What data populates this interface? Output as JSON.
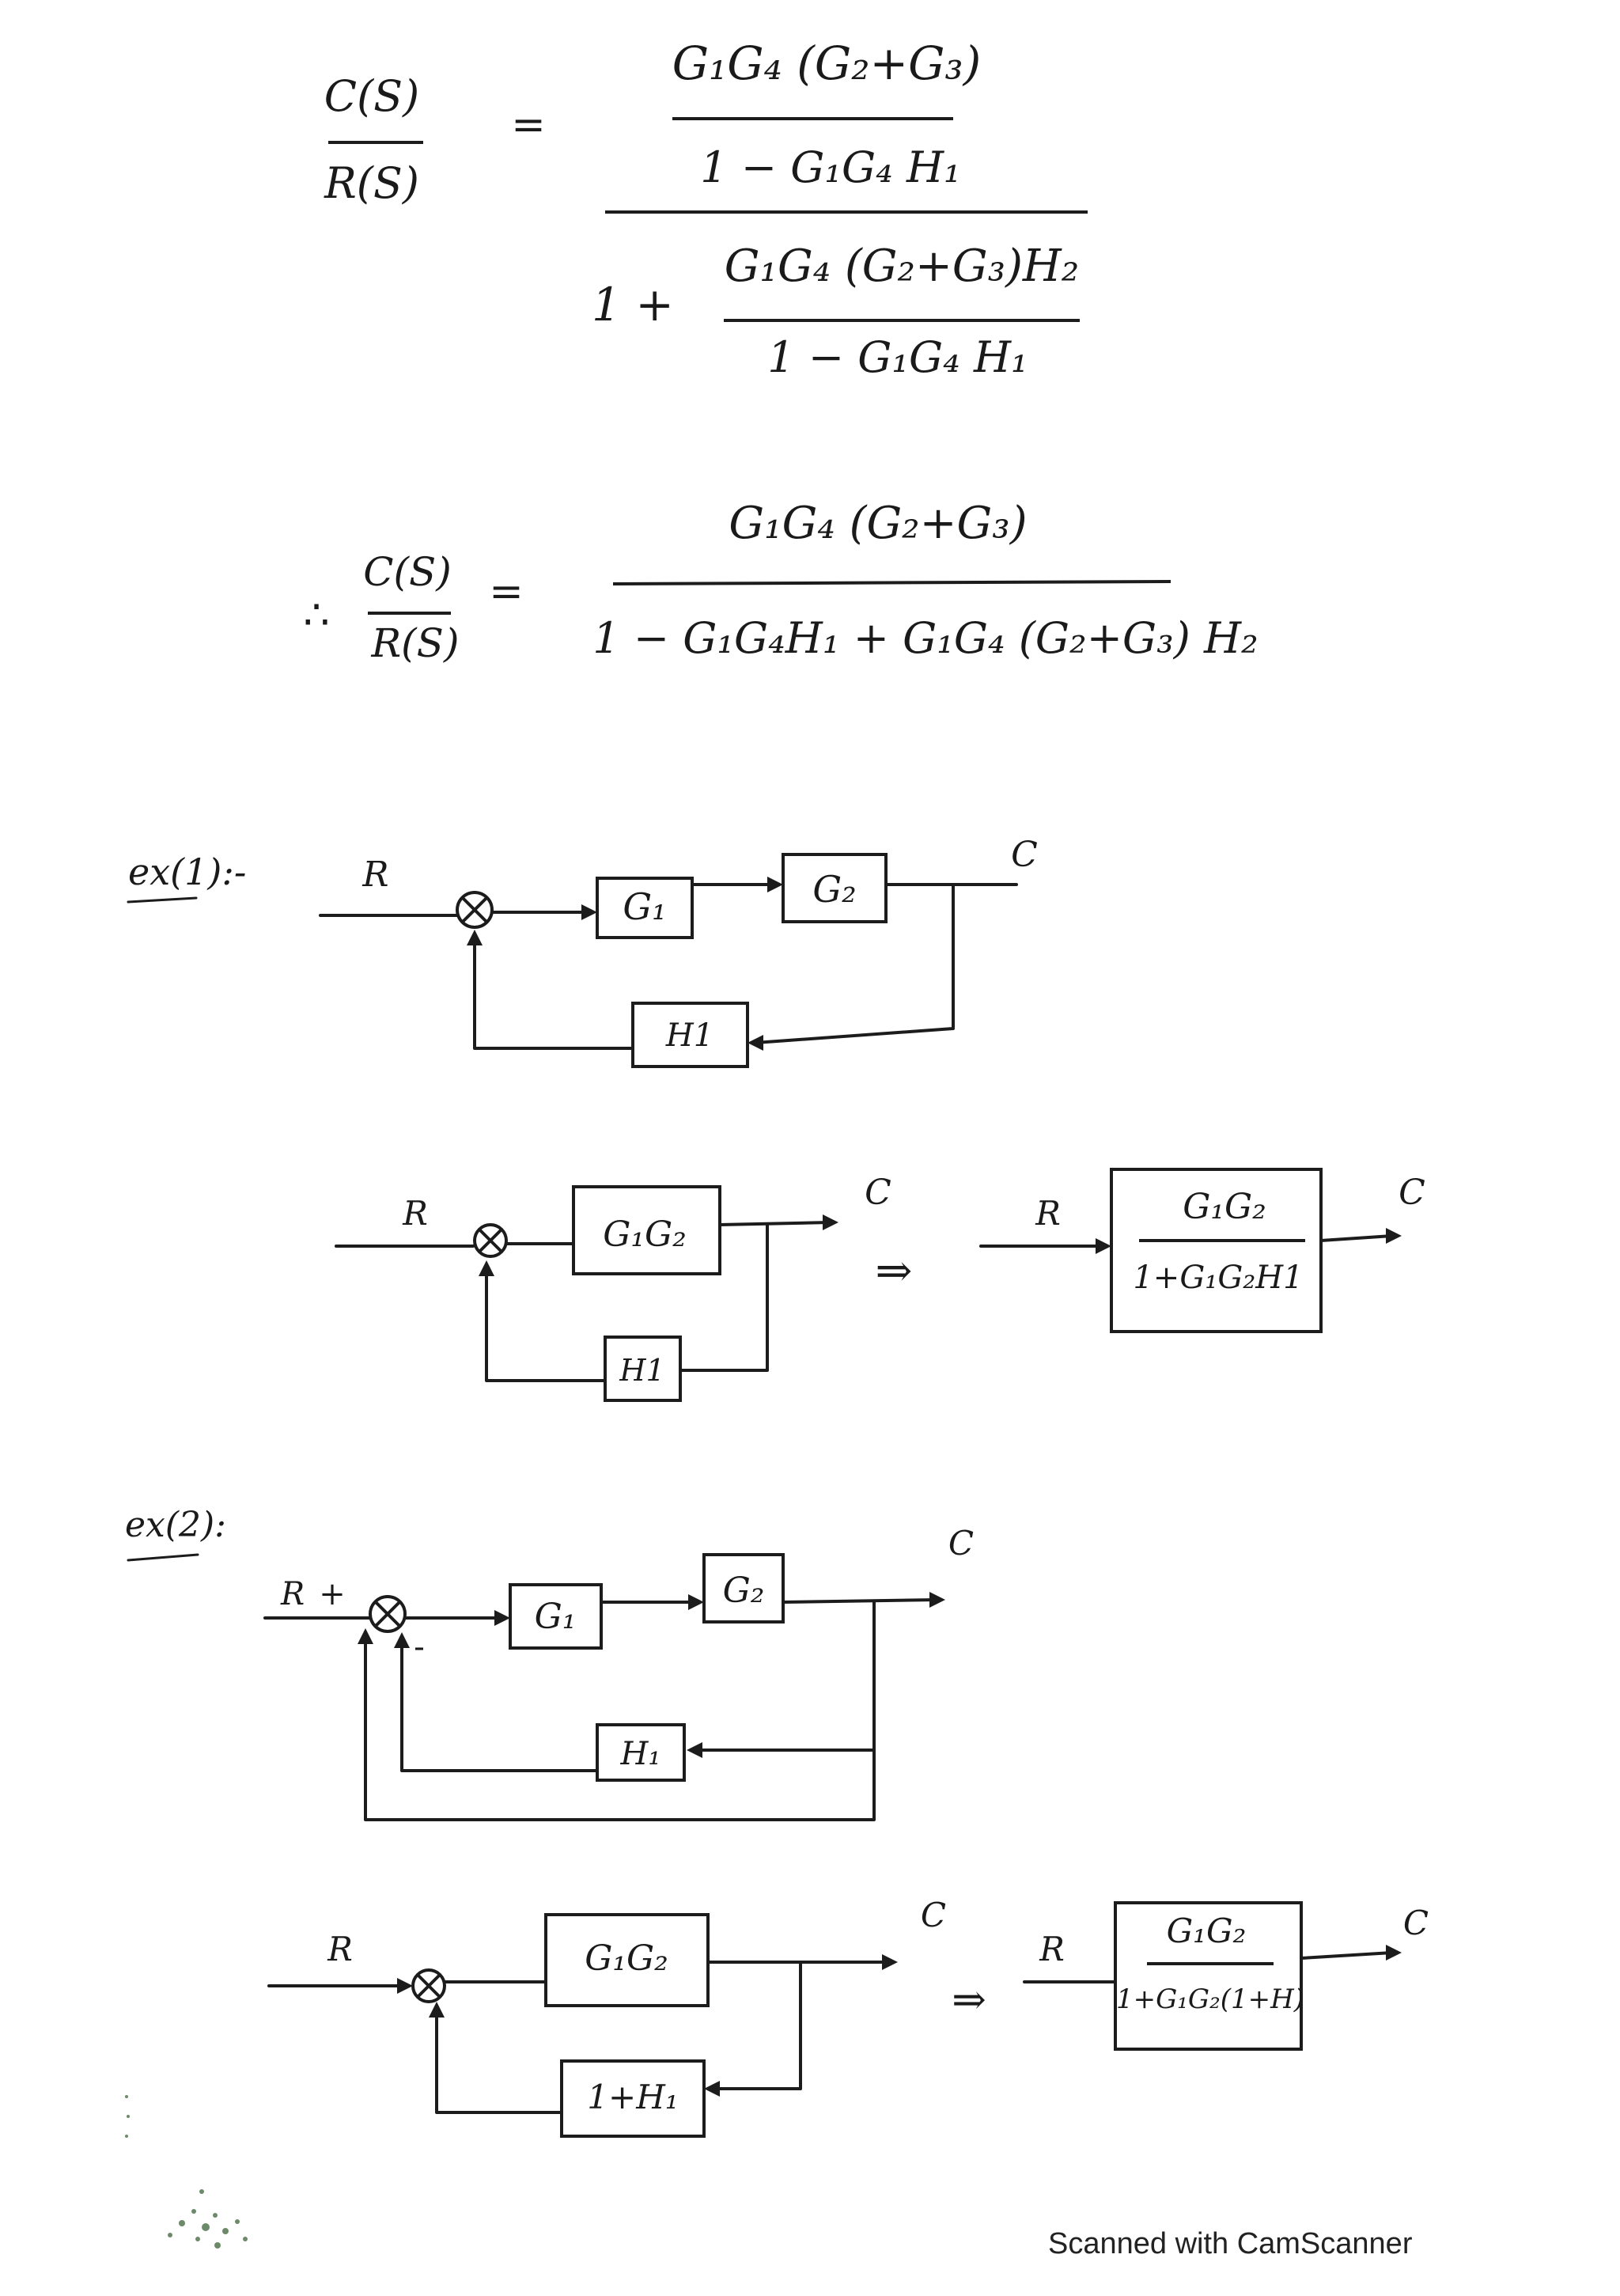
{
  "eq1": {
    "lhs_num": "C(S)",
    "lhs_den": "R(S)",
    "eq": "=",
    "num_num": "G₁G₄ (G₂+G₃)",
    "num_den": "1 − G₁G₄ H₁",
    "den_prefix": "1 +",
    "den_num": "G₁G₄ (G₂+G₃)H₂",
    "den_den": "1 − G₁G₄ H₁"
  },
  "eq2": {
    "therefore": "∴",
    "lhs_num": "C(S)",
    "lhs_den": "R(S)",
    "eq": "=",
    "num": "G₁G₄ (G₂+G₃)",
    "den": "1 − G₁G₄H₁ + G₁G₄ (G₂+G₃) H₂"
  },
  "ex1": {
    "label": "ex(1):-",
    "d1": {
      "input": "R",
      "g1": "G₁",
      "g2": "G₂",
      "h": "H1",
      "output": "C"
    },
    "d2": {
      "input": "R",
      "g": "G₁G₂",
      "h": "H1",
      "output": "C",
      "implies": "⇒"
    },
    "d3": {
      "input": "R",
      "num": "G₁G₂",
      "den": "1+G₁G₂H1",
      "output": "C"
    }
  },
  "ex2": {
    "label": "ex(2):",
    "d1": {
      "input": "R",
      "plus": "+",
      "minus": "-",
      "g1": "G₁",
      "g2": "G₂",
      "h": "H₁",
      "output": "C"
    },
    "d2": {
      "input": "R",
      "g": "G₁G₂",
      "h": "1+H₁",
      "output": "C",
      "implies": "⇒"
    },
    "d3": {
      "input": "R",
      "num": "G₁G₂",
      "den": "1+G₁G₂(1+H)",
      "output": "C"
    }
  },
  "footer": "Scanned with CamScanner"
}
